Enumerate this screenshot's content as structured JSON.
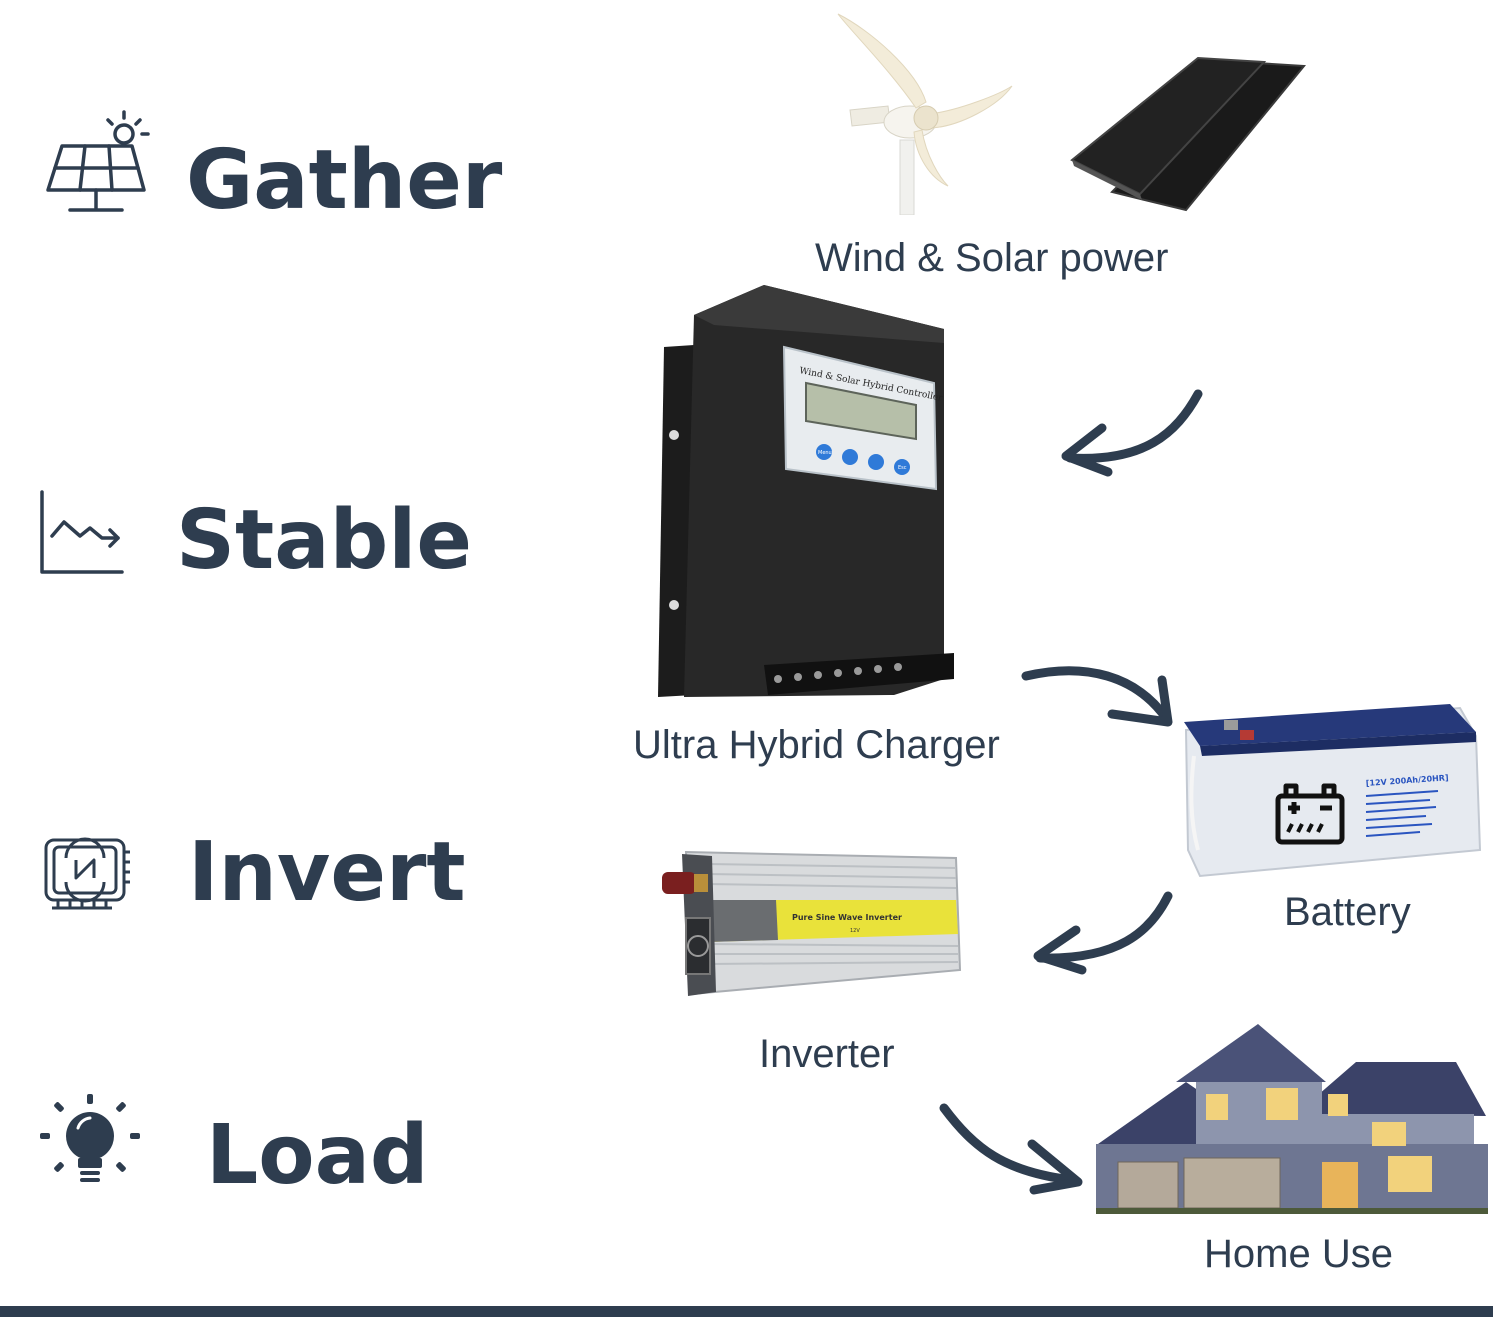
{
  "stages": {
    "gather": "Gather",
    "stable": "Stable",
    "invert": "Invert",
    "load": "Load"
  },
  "icons": {
    "gather": "solar-panel-sun-icon",
    "stable": "line-chart-icon",
    "invert": "inverter-chip-icon",
    "load": "light-bulb-icon"
  },
  "captions": {
    "sources": "Wind & Solar power",
    "controller": "Ultra Hybrid Charger",
    "battery": "Battery",
    "inverter": "Inverter",
    "home": "Home Use"
  },
  "controller_panel": {
    "title": "Wind & Solar Hybrid Controller",
    "button_menu": "Menu",
    "button_esc": "Esc"
  },
  "battery_label": {
    "spec": "[12V 200Ah/20HR]"
  },
  "inverter_label": {
    "title": "Pure Sine Wave Inverter",
    "voltage": "12V"
  },
  "colors": {
    "text": "#2e3d4f",
    "arrow": "#2e3d4f",
    "inverter_stripe": "#f2ea2a",
    "battery_lid": "#26397a"
  }
}
